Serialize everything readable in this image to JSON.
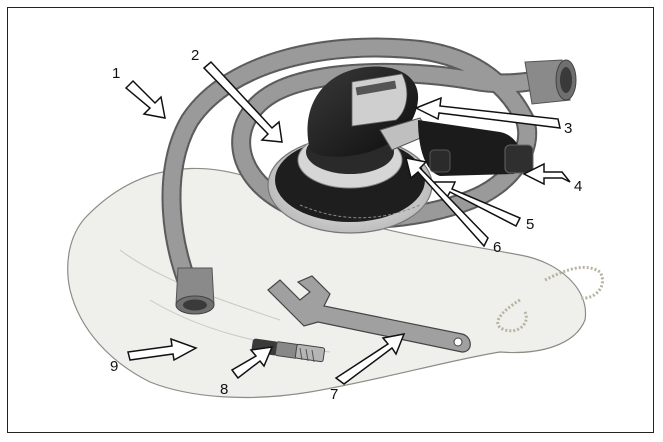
{
  "figure": {
    "callouts": [
      "1",
      "2",
      "3",
      "4",
      "5",
      "6",
      "7",
      "8",
      "9"
    ],
    "colors": {
      "frame": "#222222",
      "hose": "#8a8a8a",
      "hose_dark": "#5c5c5c",
      "sander_body": "#1c1c1c",
      "pad": "#d9d9d9",
      "bag": "#eeeeea",
      "metal": "#9a9a9a"
    },
    "icons": [
      "orbital-sander",
      "dust-hose",
      "dust-bag",
      "spanner",
      "air-connector",
      "arrow"
    ]
  }
}
